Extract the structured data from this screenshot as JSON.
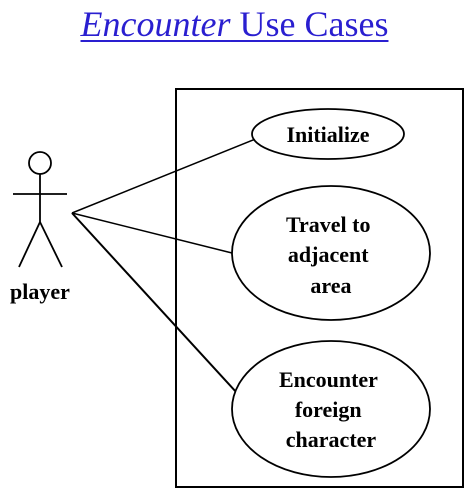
{
  "title": {
    "italic_part": "Encounter",
    "rest": " Use Cases",
    "color": "#2a1fd0"
  },
  "actor": {
    "label": "player"
  },
  "use_cases": [
    {
      "id": "initialize",
      "lines": [
        "Initialize"
      ]
    },
    {
      "id": "travel",
      "lines": [
        "Travel to",
        "adjacent",
        "area"
      ]
    },
    {
      "id": "encounter",
      "lines": [
        "Encounter",
        "foreign",
        "character"
      ]
    }
  ]
}
